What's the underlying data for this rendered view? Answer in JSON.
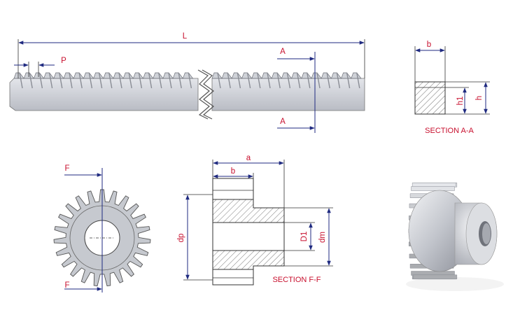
{
  "rack": {
    "length_label": "L",
    "pitch_label": "P",
    "section_marker": "A"
  },
  "section_aa": {
    "title": "SECTION A-A",
    "width_label": "b",
    "tooth_height_label": "h1",
    "height_label": "h"
  },
  "gear_front": {
    "section_marker": "F"
  },
  "section_ff": {
    "title": "SECTION F-F",
    "total_width_label": "a",
    "face_width_label": "b",
    "pitch_diameter_label": "dp",
    "bore_label": "D1",
    "hub_diameter_label": "dm"
  },
  "colors": {
    "dimension_line": "#1f2a80",
    "label_text": "#c8102e",
    "metal": "#c9ccd3"
  }
}
